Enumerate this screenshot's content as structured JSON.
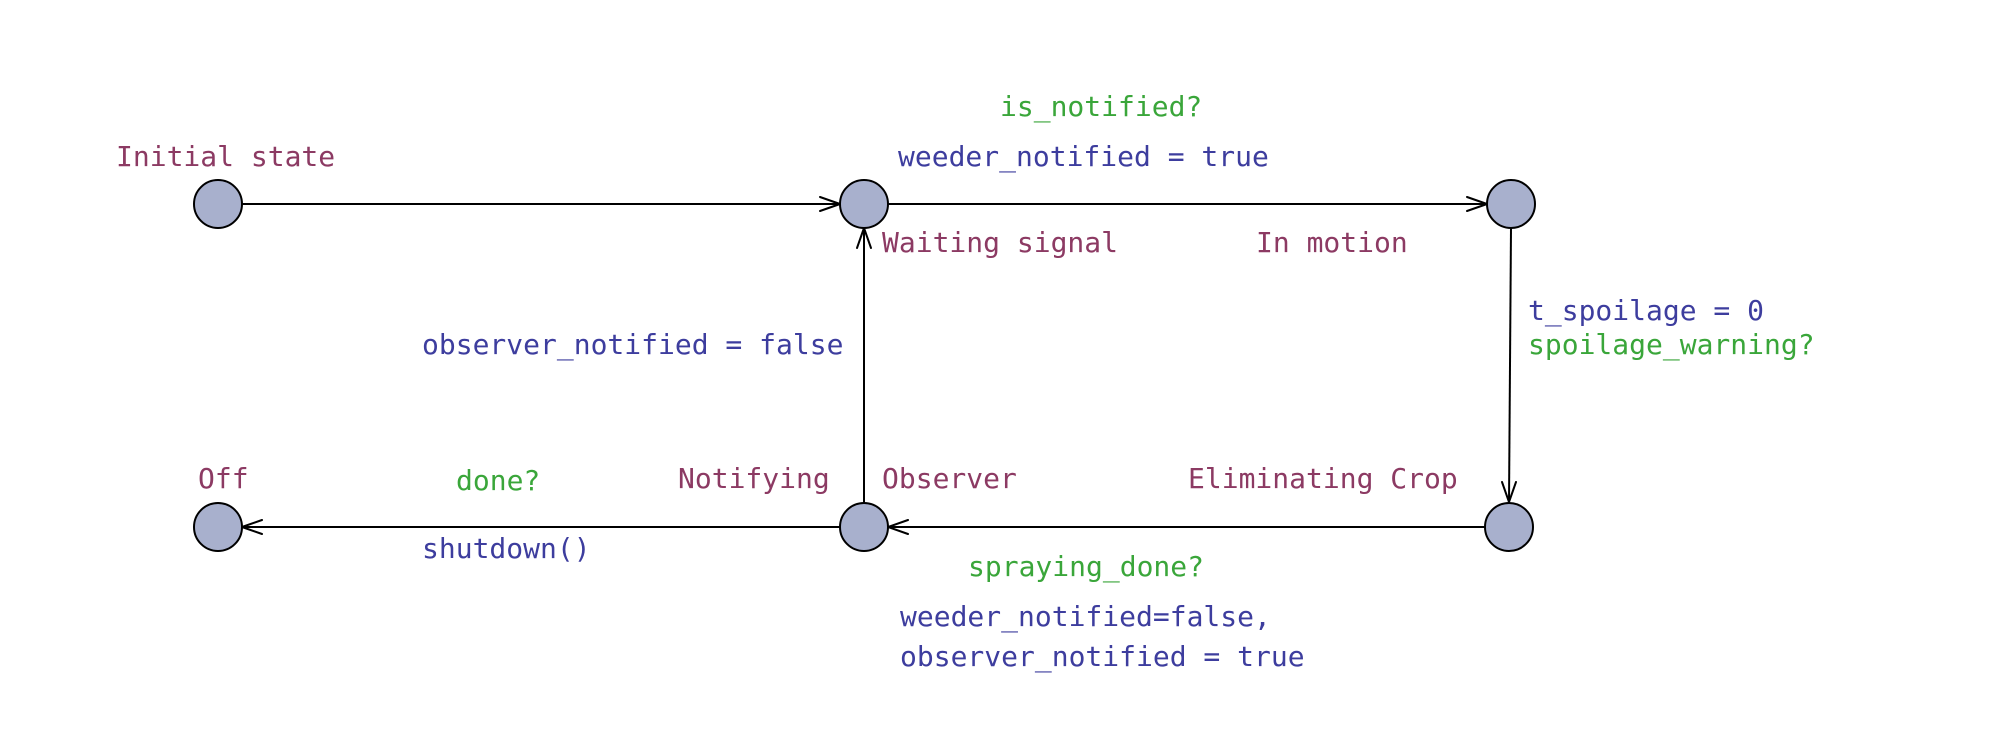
{
  "states": {
    "initial": "Initial state",
    "waiting": "Waiting signal",
    "in_motion": "In motion",
    "eliminating": "Eliminating Crop",
    "observer": "Observer",
    "notifying": "Notifying",
    "off": "Off"
  },
  "transitions": {
    "waiting_to_motion": {
      "sync": "is_notified?",
      "update": "weeder_notified = true"
    },
    "motion_to_eliminating": {
      "update": "t_spoilage = 0",
      "sync": "spoilage_warning?"
    },
    "eliminating_to_observer": {
      "sync": "spraying_done?",
      "update_line1": "weeder_notified=false,",
      "update_line2": "observer_notified = true"
    },
    "observer_to_waiting": {
      "update": "observer_notified = false"
    },
    "observer_to_off": {
      "sync": "done?",
      "update": "shutdown()"
    }
  },
  "colors": {
    "state_label": "#8c3a63",
    "sync_label": "#3aa63a",
    "update_label": "#3d3d9e",
    "node_fill": "#a8b0cd"
  }
}
